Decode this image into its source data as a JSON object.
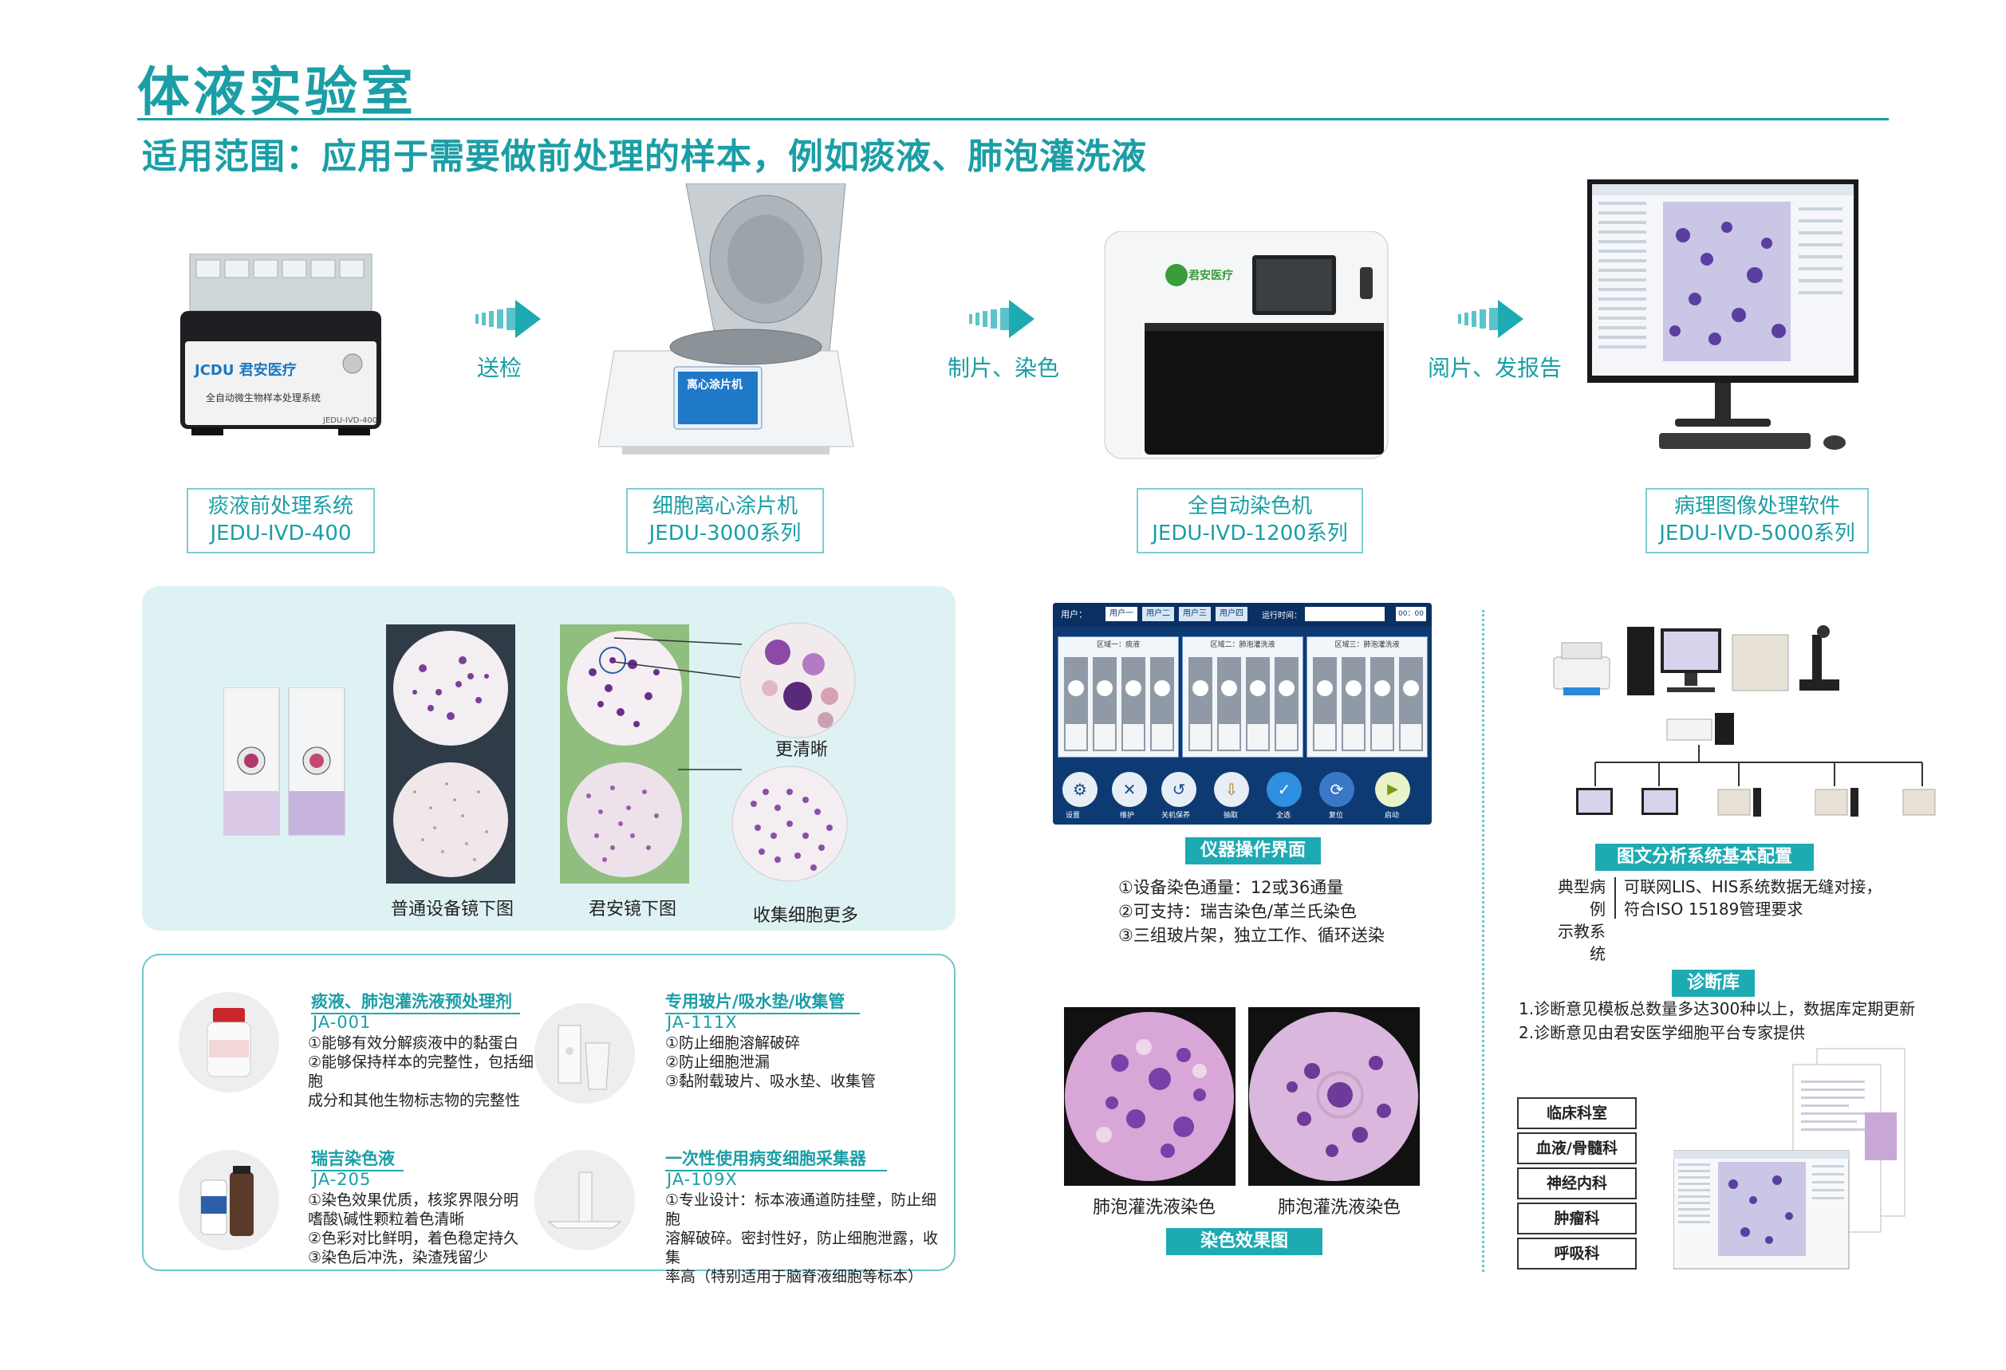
{
  "header": {
    "title": "体液实验室",
    "subtitle": "适用范围：应用于需要做前处理的样本，例如痰液、肺泡灌洗液"
  },
  "workflow": {
    "steps": [
      "送检",
      "制片、染色",
      "阅片、发报告"
    ],
    "devices": [
      {
        "name": "痰液前处理系统",
        "model": "JEDU-IVD-400",
        "brand": "JCDU 君安医疗",
        "panel_text": "全自动微生物样本处理系统",
        "panel_model": "JEDU-IVD-400"
      },
      {
        "name": "细胞离心涂片机",
        "model": "JEDU-3000系列",
        "screen_text": "离心涂片机"
      },
      {
        "name": "全自动染色机",
        "model": "JEDU-IVD-1200系列",
        "brand": "君安医疗"
      },
      {
        "name": "病理图像处理软件",
        "model": "JEDU-IVD-5000系列"
      }
    ]
  },
  "comparison": {
    "captions": [
      "普通设备镜下图",
      "君安镜下图",
      "更清晰",
      "收集细胞更多"
    ]
  },
  "products": [
    {
      "title": "痰液、肺泡灌洗液预处理剂",
      "code": "JA-001",
      "lines": [
        "①能够有效分解痰液中的黏蛋白",
        "②能够保持样本的完整性，包括细胞",
        "成分和其他生物标志物的完整性"
      ]
    },
    {
      "title": "专用玻片/吸水垫/收集管",
      "code": "JA-111X",
      "lines": [
        "①防止细胞溶解破碎",
        "②防止细胞泄漏",
        "③黏附载玻片、吸水垫、收集管"
      ]
    },
    {
      "title": "瑞吉染色液",
      "code": "JA-205",
      "lines": [
        "①染色效果优质，核浆界限分明",
        "嗜酸\\碱性颗粒着色清晰",
        "②色彩对比鲜明，着色稳定持久",
        "③染色后冲洗，染渣残留少"
      ]
    },
    {
      "title": "一次性使用病变细胞采集器",
      "code": "JA-109X",
      "lines": [
        "①专业设计：标本液通道防挂壁，防止细胞",
        "溶解破碎。密封性好，防止细胞泄露，收集",
        "率高（特别适用于脑脊液细胞等标本）"
      ]
    }
  ],
  "ui_panel": {
    "user_label": "用户：",
    "tabs": [
      "用户一",
      "用户二",
      "用户三",
      "用户四"
    ],
    "run_label": "运行时间：",
    "run_value": "00：00",
    "zones": [
      "区域一：痰液",
      "区域二：肺泡灌洗液",
      "区域三：肺泡灌洗液"
    ],
    "buttons": [
      "设置",
      "维护",
      "关机保养",
      "抽取",
      "全选",
      "复位",
      "启动"
    ]
  },
  "ui_info": {
    "badge": "仪器操作界面",
    "lines": [
      "①设备染色通量：12或36通量",
      "②可支持：瑞吉染色/革兰氏染色",
      "③三组玻片架，独立工作、循环送染"
    ]
  },
  "stain": {
    "captions": [
      "肺泡灌洗液染色",
      "肺泡灌洗液染色"
    ],
    "badge": "染色效果图"
  },
  "config": {
    "badge": "图文分析系统基本配置",
    "left_lines": [
      "典型病例",
      "示教系统"
    ],
    "right_lines": [
      "可联网LIS、HIS系统数据无缝对接，",
      "符合ISO 15189管理要求"
    ]
  },
  "diagnosis": {
    "badge": "诊断库",
    "lines": [
      "1.诊断意见模板总数量多达300种以上，数据库定期更新",
      "2.诊断意见由君安医学细胞平台专家提供"
    ],
    "departments": [
      "临床科室",
      "血液/骨髓科",
      "神经内科",
      "肿瘤科",
      "呼吸科"
    ]
  },
  "colors": {
    "accent": "#1b9ea6",
    "badge": "#1eaab2",
    "panel": "#dff2f3",
    "stain": "#8a4fb5"
  }
}
